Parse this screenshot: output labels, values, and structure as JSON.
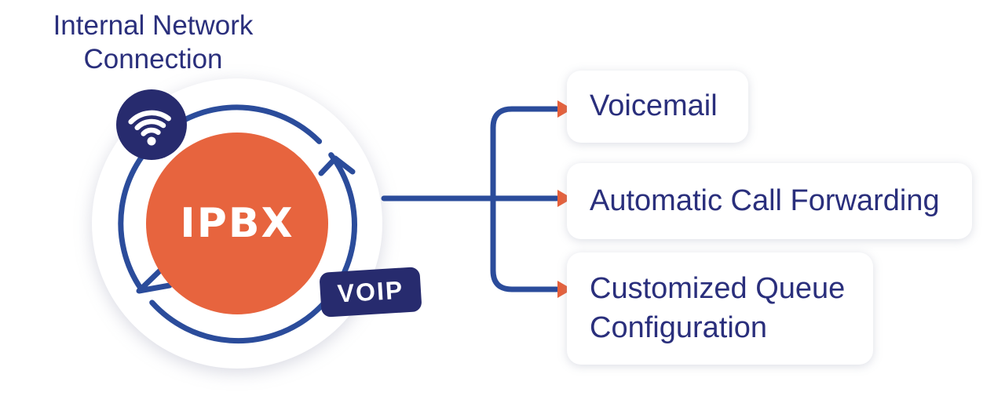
{
  "title": "Internal Network Connection",
  "hub": {
    "label": "IPBX",
    "badge": "VOIP"
  },
  "features": [
    {
      "label": "Voicemail"
    },
    {
      "label": "Automatic Call Forwarding"
    },
    {
      "label": "Customized Queue Configuration"
    }
  ],
  "colors": {
    "navy_text": "#2a2f7c",
    "navy_dark": "#272b6e",
    "line_blue": "#2b4c9b",
    "orange": "#e7643e",
    "arrow_orange": "#e7603a",
    "bg": "#ffffff"
  }
}
